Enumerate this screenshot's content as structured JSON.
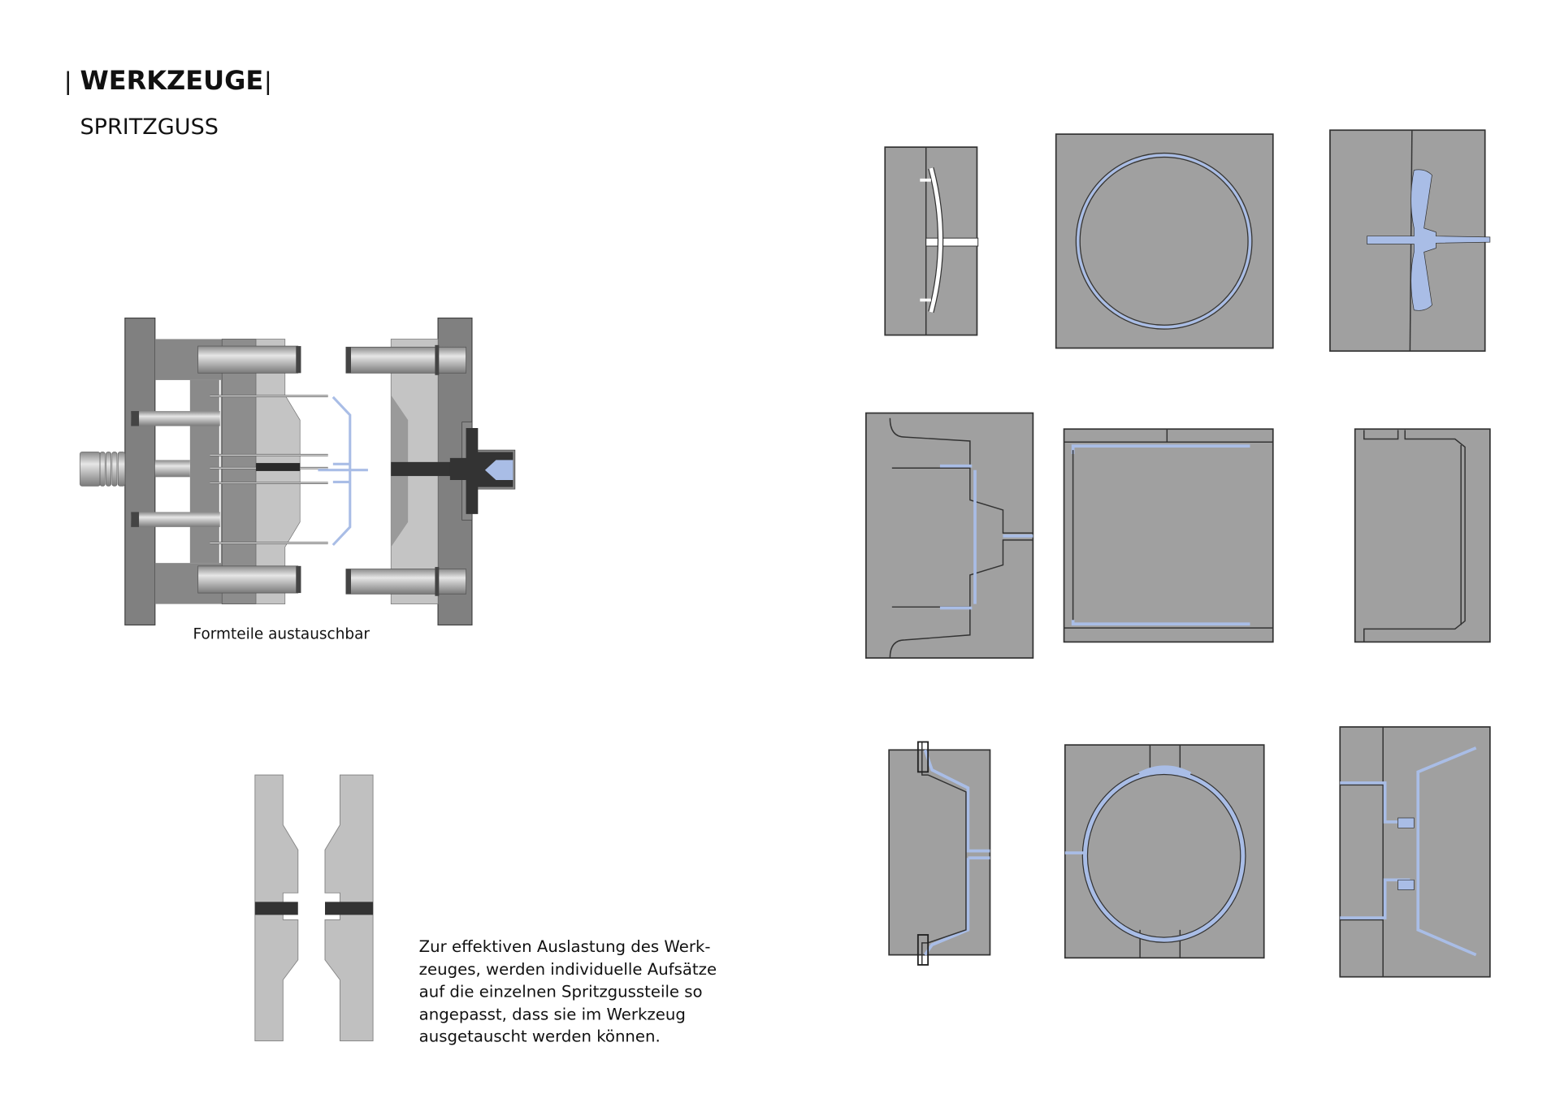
{
  "header": {
    "title": "WERKZEUGE",
    "subtitle": "SPRITZGUSS",
    "separator": "|"
  },
  "mold_diagram": {
    "caption": "Formteile austauschbar"
  },
  "description": {
    "lines": [
      "Zur effektiven Auslastung des Werk-",
      "zeuges, werden individuelle Aufsätze",
      "auf die einzelnen Spritzgussteile so",
      "angepasst, dass sie im Werkzeug",
      "ausgetauscht werden können."
    ]
  },
  "colors": {
    "mold_gray": "#a0a0a0",
    "plastic_blue": "#a9bde6",
    "dark_plate": "#808080",
    "light_plate": "#c4c4c4"
  }
}
